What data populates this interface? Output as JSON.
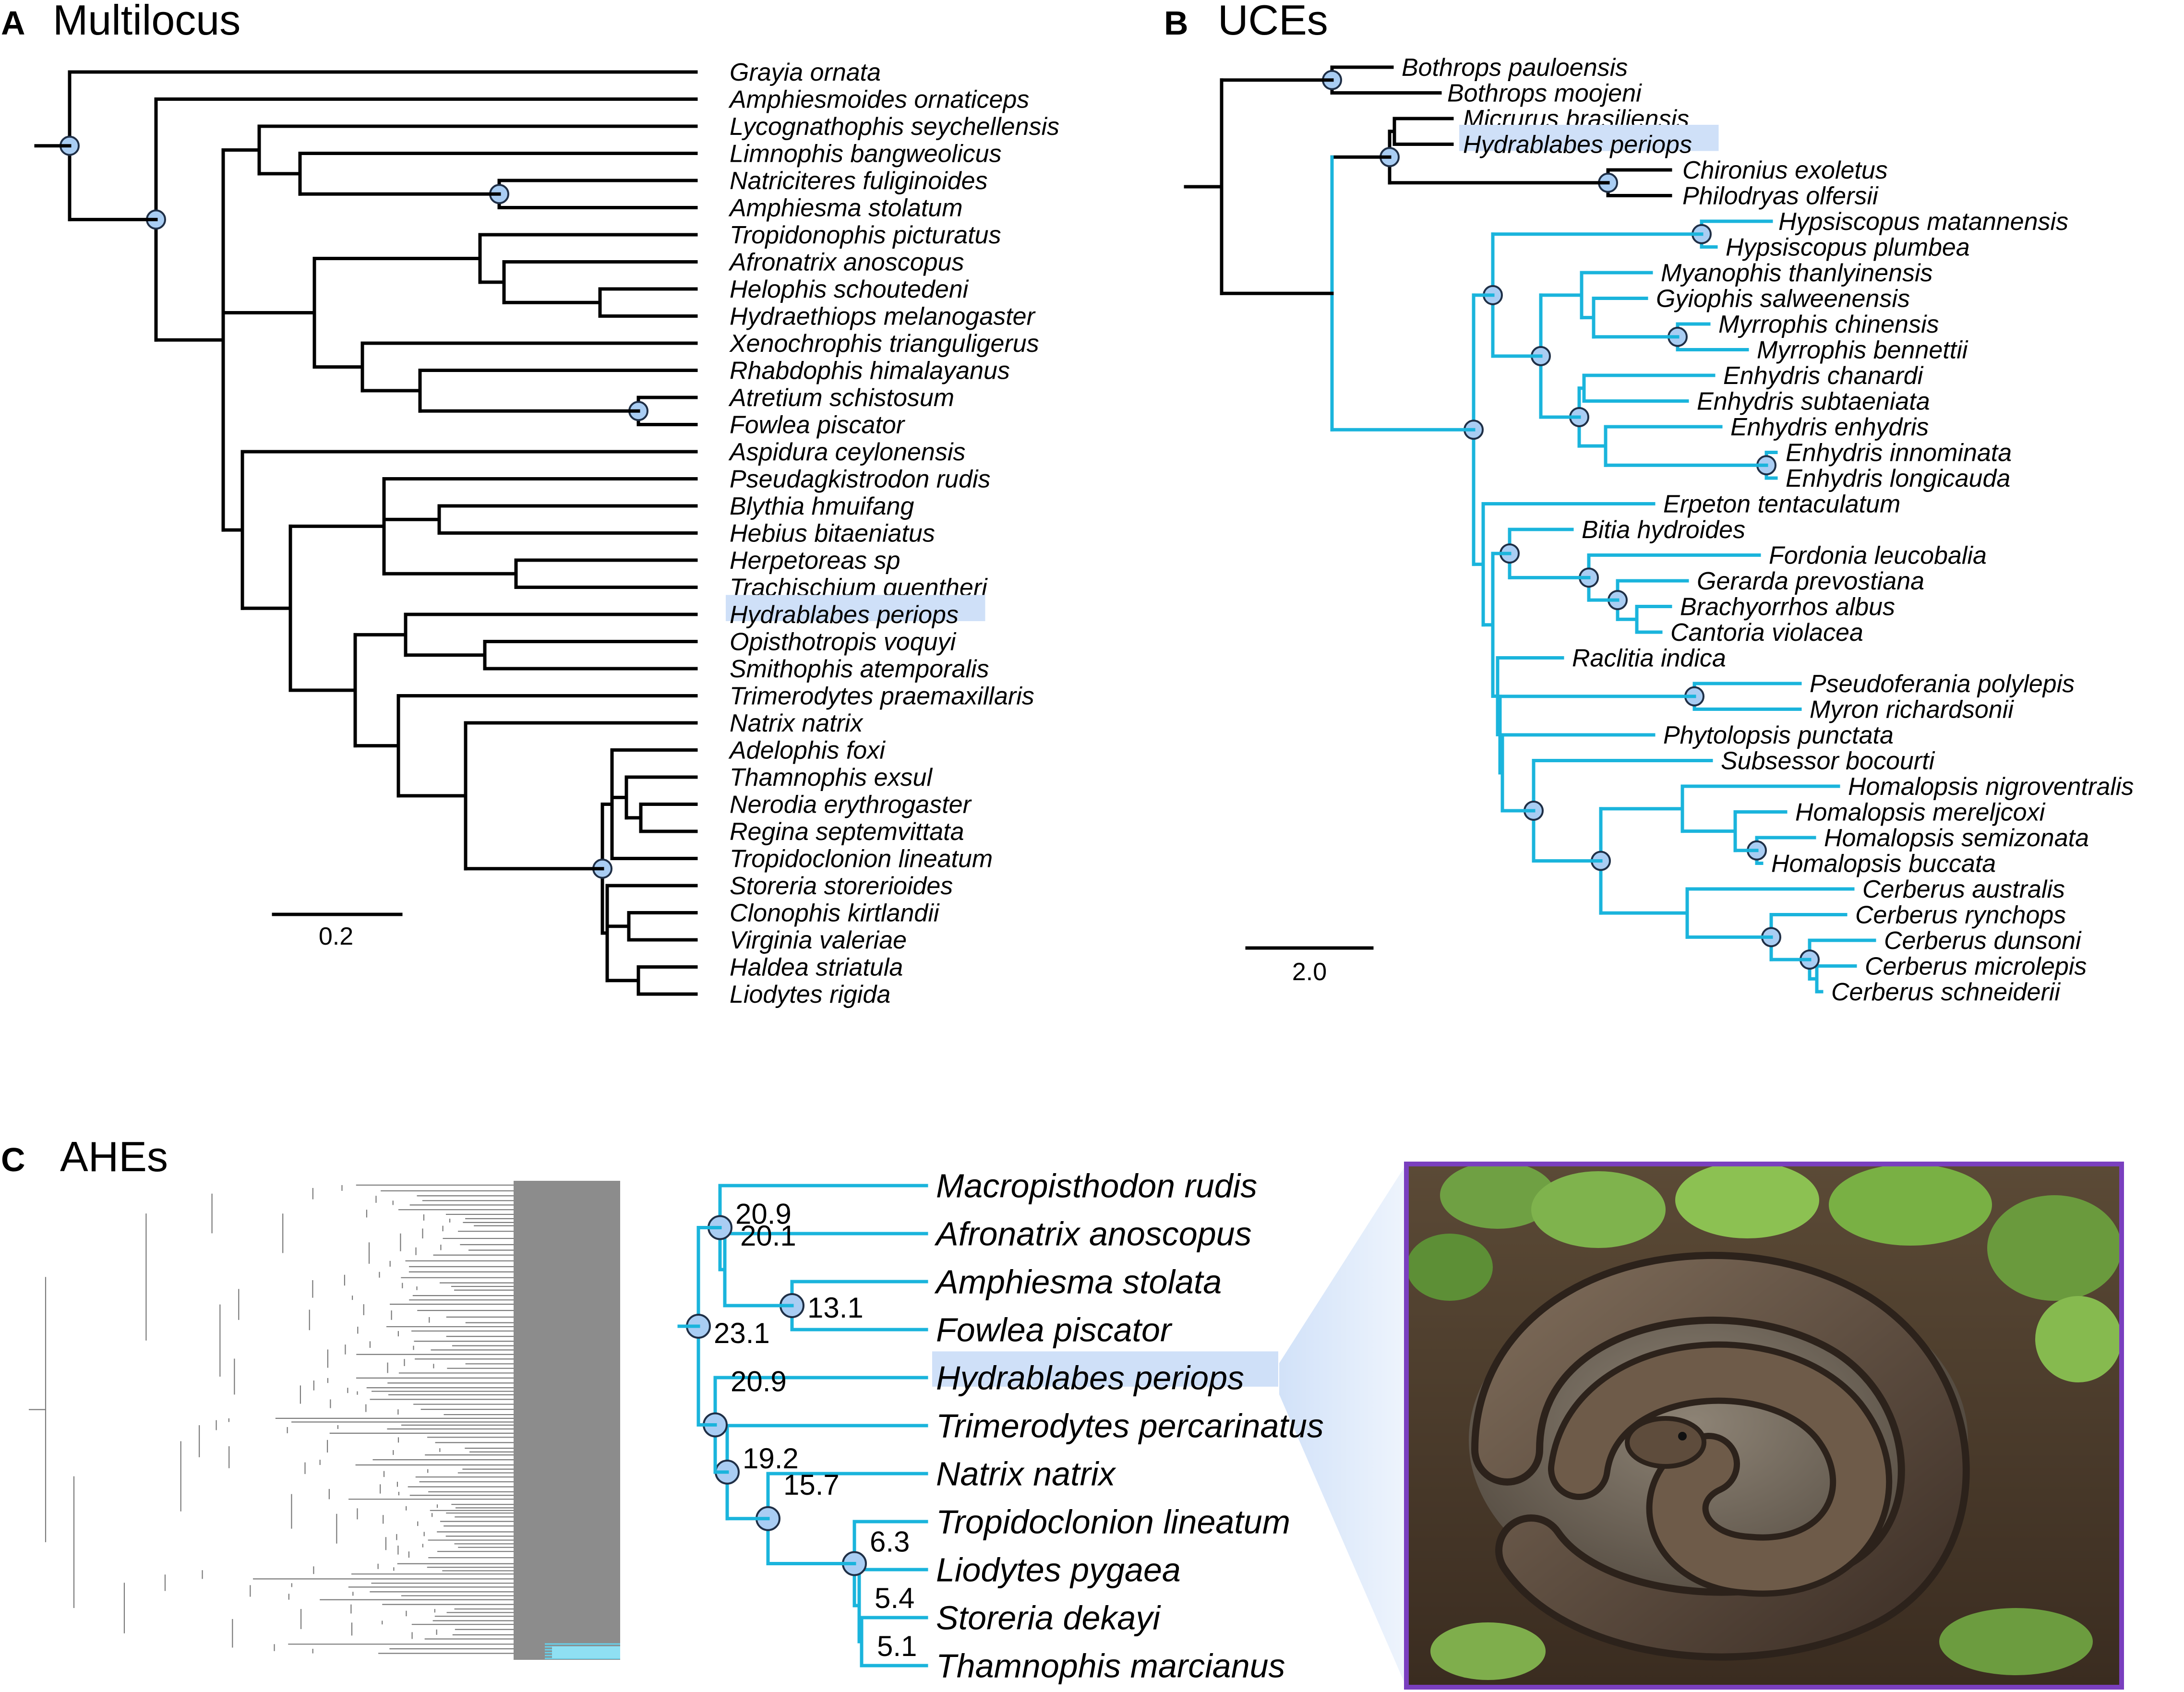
{
  "panels": {
    "a": {
      "letter": "A",
      "title": "Multilocus",
      "scale_label": "0.2",
      "taxa": [
        "Grayia ornata",
        "Amphiesmoides ornaticeps",
        "Lycognathophis seychellensis",
        "Limnophis bangweolicus",
        "Natriciteres fuliginoides",
        "Amphiesma stolatum",
        "Tropidonophis picturatus",
        "Afronatrix anoscopus",
        "Helophis schoutedeni",
        "Hydraethiops melanogaster",
        "Xenochrophis trianguligerus",
        "Rhabdophis himalayanus",
        "Atretium schistosum",
        "Fowlea piscator",
        "Aspidura ceylonensis",
        "Pseudagkistrodon rudis",
        "Blythia hmuifang",
        "Hebius bitaeniatus",
        "Herpetoreas sp",
        "Trachischium guentheri",
        "Hydrablabes periops",
        "Opisthotropis voquyi",
        "Smithophis atemporalis",
        "Trimerodytes praemaxillaris",
        "Natrix natrix",
        "Adelophis foxi",
        "Thamnophis exsul",
        "Nerodia erythrogaster",
        "Regina septemvittata",
        "Tropidoclonion lineatum",
        "Storeria storerioides",
        "Clonophis kirtlandii",
        "Virginia valeriae",
        "Haldea striatula",
        "Liodytes rigida"
      ]
    },
    "b": {
      "letter": "B",
      "title": "UCEs",
      "scale_label": "2.0",
      "taxa": [
        "Bothrops pauloensis",
        "Bothrops moojeni",
        "Micrurus brasiliensis",
        "Hydrablabes periops",
        "Chironius exoletus",
        "Philodryas olfersii",
        "Hypsiscopus matannensis",
        "Hypsiscopus plumbea",
        "Myanophis thanlyinensis",
        "Gyiophis salweenensis",
        "Myrrophis chinensis",
        "Myrrophis bennettii",
        "Enhydris chanardi",
        "Enhydris subtaeniata",
        "Enhydris enhydris",
        "Enhydris innominata",
        "Enhydris longicauda",
        "Erpeton tentaculatum",
        "Bitia hydroides",
        "Fordonia leucobalia",
        "Gerarda prevostiana",
        "Brachyorrhos albus",
        "Cantoria violacea",
        "Raclitia indica",
        "Pseudoferania polylepis",
        "Myron richardsonii",
        "Phytolopsis punctata",
        "Subsessor bocourti",
        "Homalopsis nigroventralis",
        "Homalopsis mereljcoxi",
        "Homalopsis semizonata",
        "Homalopsis buccata",
        "Cerberus australis",
        "Cerberus rynchops",
        "Cerberus dunsoni",
        "Cerberus microlepis",
        "Cerberus schneiderii"
      ]
    },
    "c": {
      "letter": "C",
      "title": "AHEs",
      "taxa": [
        "Macropisthodon rudis",
        "Afronatrix anoscopus",
        "Amphiesma stolata",
        "Fowlea piscator",
        "Hydrablabes periops",
        "Trimerodytes percarinatus",
        "Natrix natrix",
        "Tropidoclonion lineatum",
        "Liodytes pygaea",
        "Storeria dekayi",
        "Thamnophis marcianus"
      ],
      "node_values": [
        "20.9",
        "20.1",
        "13.1",
        "23.1",
        "20.9",
        "19.2",
        "15.7",
        "6.3",
        "5.4",
        "5.1"
      ]
    }
  },
  "colors": {
    "clade_highlight": "#1ab4dc",
    "node_fill": "#a9cdf3",
    "taxon_highlight": "#cfe0f8",
    "photo_frame": "#7a3fbf"
  }
}
